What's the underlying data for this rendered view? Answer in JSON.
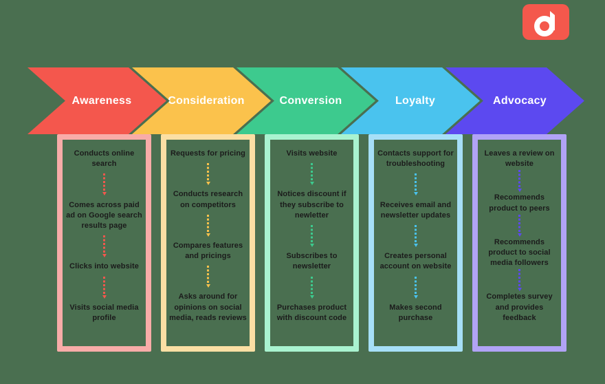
{
  "page": {
    "background_color": "#4a6f50",
    "text_color": "#1b1b1b"
  },
  "logo": {
    "name": "d-logo",
    "background_color": "#f4584c",
    "glyph_color": "#ffffff"
  },
  "stages": [
    {
      "label": "Awareness",
      "arrow_color": "#f4574d",
      "border_color": "#f8aca8",
      "connector_color": "#f4574d",
      "steps": [
        "Conducts online search",
        "Comes across paid ad on Google search results page",
        "Clicks into website",
        "Visits social media profile"
      ]
    },
    {
      "label": "Consideration",
      "arrow_color": "#fbc24c",
      "border_color": "#fbdfa4",
      "connector_color": "#fbc24c",
      "steps": [
        "Requests for pricing",
        "Conducts research on competitors",
        "Compares features and pricings",
        "Asks around for opinions on social media, reads reviews"
      ]
    },
    {
      "label": "Conversion",
      "arrow_color": "#3dca8e",
      "border_color": "#a9f3d0",
      "connector_color": "#3dca8e",
      "steps": [
        "Visits website",
        "Notices discount if they subscribe to newletter",
        "Subscribes to newsletter",
        "Purchases product with discount code"
      ]
    },
    {
      "label": "Loyalty",
      "arrow_color": "#4ac3ee",
      "border_color": "#a6dff7",
      "connector_color": "#4ac3ee",
      "steps": [
        "Contacts support for troubleshooting",
        "Receives email and newsletter updates",
        "Creates personal account on website",
        "Makes second purchase"
      ]
    },
    {
      "label": "Advocacy",
      "arrow_color": "#5c49f0",
      "border_color": "#b1a3f6",
      "connector_color": "#5c49f0",
      "steps": [
        "Leaves a review on website",
        "Recommends product to peers",
        "Recommends product to social media followers",
        "Completes survey and provides feedback"
      ]
    }
  ],
  "layout": {
    "arrow_left_start": 40,
    "arrow_pitch": 152,
    "col_left_start": 83,
    "col_pitch": 151
  }
}
